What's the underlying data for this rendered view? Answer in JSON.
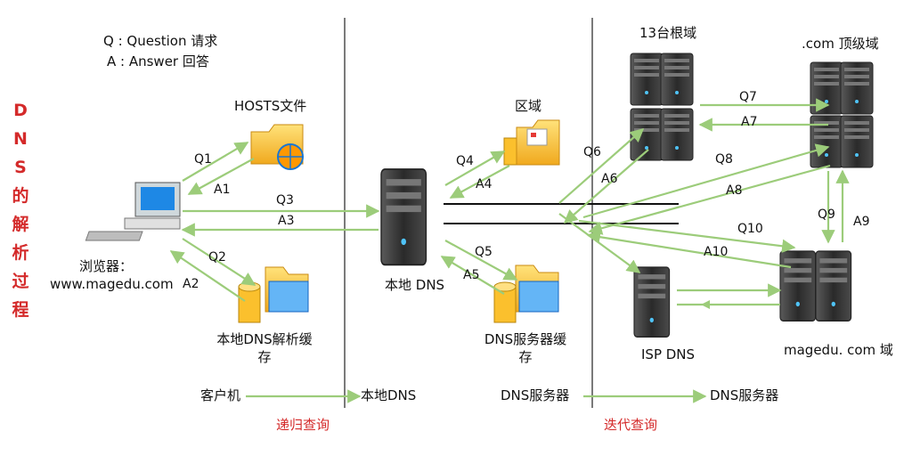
{
  "side_title": [
    "D",
    "N",
    "S",
    "的",
    "解",
    "析",
    "过",
    "程"
  ],
  "legend": {
    "q": "Q : Question 请求",
    "a": "A : Answer 回答"
  },
  "nodes": {
    "hosts": "HOSTS文件",
    "browser": "浏览器：www.magedu.com",
    "local_cache": "本地DNS解析缓存",
    "zone": "区域",
    "local_dns": "本地 DNS",
    "dns_cache": "DNS服务器缓存",
    "root": "13台根域",
    "com": ".com 顶级域",
    "isp": "ISP DNS",
    "magedu": "magedu. com 域"
  },
  "arrows": {
    "q1": "Q1",
    "a1": "A1",
    "q2": "Q2",
    "a2": "A2",
    "q3": "Q3",
    "a3": "A3",
    "q4": "Q4",
    "a4": "A4",
    "q5": "Q5",
    "a5": "A5",
    "q6": "Q6",
    "a6": "A6",
    "q7": "Q7",
    "a7": "A7",
    "q8": "Q8",
    "a8": "A8",
    "q9": "Q9",
    "a9": "A9",
    "q10": "Q10",
    "a10": "A10"
  },
  "bottom": {
    "client": "客户机",
    "local_dns": "本地DNS",
    "dns_server_left": "DNS服务器",
    "dns_server_right": "DNS服务器",
    "recursive": "递归查询",
    "iterative": "迭代查询"
  },
  "colors": {
    "arrow": "#9ccc7a",
    "accent_red": "#d42a2a",
    "folder": "#f5c23a",
    "server": "#3a3a3a"
  }
}
